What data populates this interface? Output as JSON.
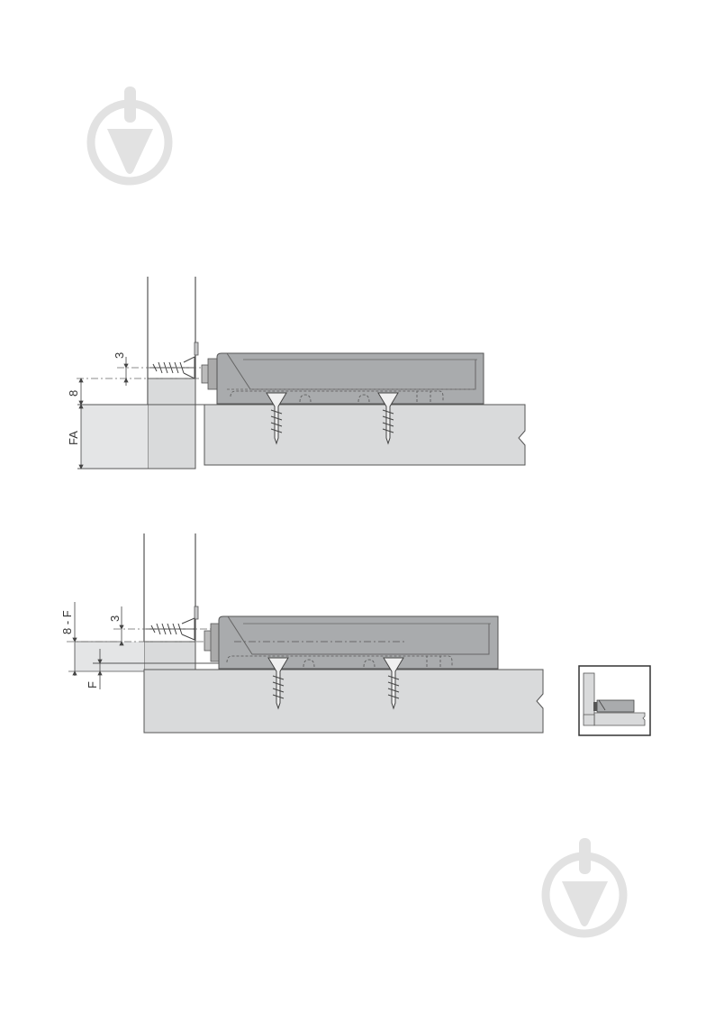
{
  "page": {
    "background": "#ffffff",
    "watermark_color": "#e2e2e2"
  },
  "watermarks": [
    {
      "icon": "trowel-in-circle-icon",
      "position": "top-left"
    },
    {
      "icon": "trowel-in-circle-icon",
      "position": "bottom-right"
    }
  ],
  "diagram_top": {
    "title": "",
    "dimensions": {
      "screw_offset": "3",
      "height_offset": "8",
      "front_thickness": "FA"
    }
  },
  "diagram_bottom": {
    "title": "",
    "dimensions": {
      "screw_offset": "3",
      "height_offset": "8 - F",
      "overlay": "F"
    }
  },
  "inset": {
    "icon": "installation-thumbnail-icon"
  },
  "colors": {
    "panel_fill": "#d9dadb",
    "panel_light": "#e4e5e6",
    "device_fill": "#a9abad",
    "device_dark": "#8d8f91",
    "stroke": "#555555",
    "text": "#333333"
  }
}
